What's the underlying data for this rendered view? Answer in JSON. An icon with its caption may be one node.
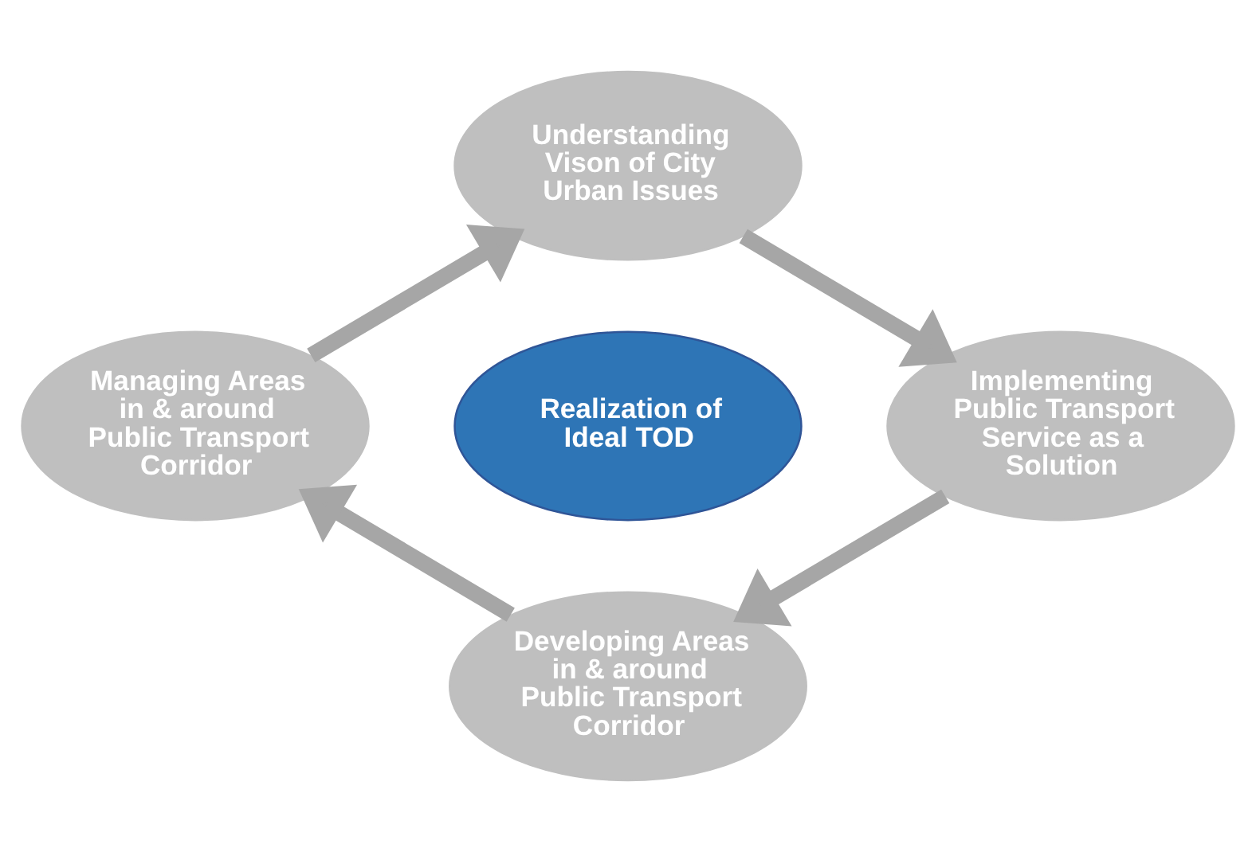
{
  "diagram": {
    "nodes": [
      {
        "text": [
          "Understanding Vison of City Urban Issues"
        ]
      },
      {
        "text": [
          "Managing Areas in & around Public Transport Corridor"
        ]
      },
      {
        "text": [
          "Realization of Ideal TOD"
        ]
      },
      {
        "text": [
          "Implementing Public Transport Service as a Solution"
        ]
      },
      {
        "text": [
          "Developing Areas in & around Public Transport Corridor"
        ]
      }
    ],
    "edges": [
      {
        "from": 0,
        "to": 3,
        "arrow": "to"
      },
      {
        "from": 3,
        "to": 4,
        "arrow": "to"
      },
      {
        "from": 4,
        "to": 1,
        "arrow": "to"
      },
      {
        "from": 1,
        "to": 0,
        "arrow": "to"
      }
    ]
  }
}
